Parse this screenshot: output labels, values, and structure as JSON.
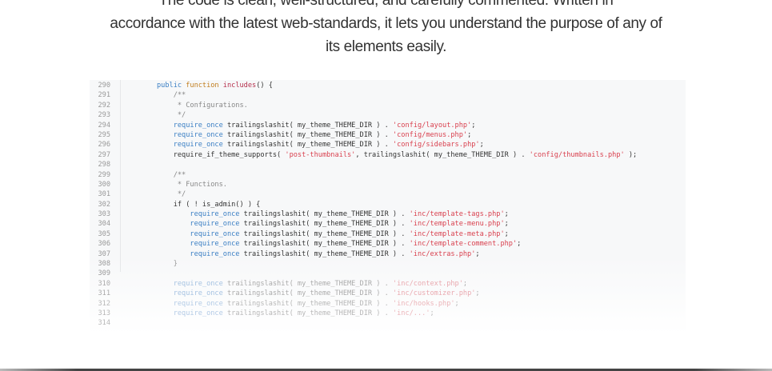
{
  "intro": {
    "line1": "The code is clean, well-structured, and carefully commented. Written in",
    "line2": "accordance with the latest web-standards, it lets you understand the purpose of any of",
    "line3": "its elements easily."
  },
  "code": {
    "line_numbers": [
      "290",
      "291",
      "292",
      "293",
      "294",
      "295",
      "296",
      "297",
      "298",
      "299",
      "300",
      "301",
      "302",
      "303",
      "304",
      "305",
      "306",
      "307",
      "308",
      "309",
      "310",
      "311",
      "312",
      "313",
      "314"
    ],
    "lines": [
      [
        [
          "kw",
          "public "
        ],
        [
          "fn",
          "function "
        ],
        [
          "name",
          "includes"
        ],
        [
          "t",
          "() {"
        ]
      ],
      [
        [
          "cm",
          "    /**"
        ]
      ],
      [
        [
          "cm",
          "     * Configurations."
        ]
      ],
      [
        [
          "cm",
          "     */"
        ]
      ],
      [
        [
          "kw",
          "    require_once "
        ],
        [
          "t",
          "trailingslashit( my_theme_THEME_DIR ) . "
        ],
        [
          "str",
          "'config/layout.php'"
        ],
        [
          "t",
          ";"
        ]
      ],
      [
        [
          "kw",
          "    require_once "
        ],
        [
          "t",
          "trailingslashit( my_theme_THEME_DIR ) . "
        ],
        [
          "str",
          "'config/menus.php'"
        ],
        [
          "t",
          ";"
        ]
      ],
      [
        [
          "kw",
          "    require_once "
        ],
        [
          "t",
          "trailingslashit( my_theme_THEME_DIR ) . "
        ],
        [
          "str",
          "'config/sidebars.php'"
        ],
        [
          "t",
          ";"
        ]
      ],
      [
        [
          "t",
          "    require_if_theme_supports( "
        ],
        [
          "str",
          "'post-thumbnails'"
        ],
        [
          "t",
          ", trailingslashit( my_theme_THEME_DIR ) . "
        ],
        [
          "str",
          "'config/thumbnails.php'"
        ],
        [
          "t",
          " );"
        ]
      ],
      [],
      [
        [
          "cm",
          "    /**"
        ]
      ],
      [
        [
          "cm",
          "     * Functions."
        ]
      ],
      [
        [
          "cm",
          "     */"
        ]
      ],
      [
        [
          "t",
          "    if ( ! is_admin() ) {"
        ]
      ],
      [
        [
          "kw",
          "        require_once "
        ],
        [
          "t",
          "trailingslashit( my_theme_THEME_DIR ) . "
        ],
        [
          "str",
          "'inc/template-tags.php'"
        ],
        [
          "t",
          ";"
        ]
      ],
      [
        [
          "kw",
          "        require_once "
        ],
        [
          "t",
          "trailingslashit( my_theme_THEME_DIR ) . "
        ],
        [
          "str",
          "'inc/template-menu.php'"
        ],
        [
          "t",
          ";"
        ]
      ],
      [
        [
          "kw",
          "        require_once "
        ],
        [
          "t",
          "trailingslashit( my_theme_THEME_DIR ) . "
        ],
        [
          "str",
          "'inc/template-meta.php'"
        ],
        [
          "t",
          ";"
        ]
      ],
      [
        [
          "kw",
          "        require_once "
        ],
        [
          "t",
          "trailingslashit( my_theme_THEME_DIR ) . "
        ],
        [
          "str",
          "'inc/template-comment.php'"
        ],
        [
          "t",
          ";"
        ]
      ],
      [
        [
          "kw",
          "        require_once "
        ],
        [
          "t",
          "trailingslashit( my_theme_THEME_DIR ) . "
        ],
        [
          "str",
          "'inc/extras.php'"
        ],
        [
          "t",
          ";"
        ]
      ],
      [
        [
          "cm",
          "    }"
        ]
      ],
      [],
      [
        [
          "kw",
          "    require_once "
        ],
        [
          "t",
          "trailingslashit( my_theme_THEME_DIR ) . "
        ],
        [
          "str",
          "'inc/context.php'"
        ],
        [
          "t",
          ";"
        ]
      ],
      [
        [
          "kw",
          "    require_once "
        ],
        [
          "t",
          "trailingslashit( my_theme_THEME_DIR ) . "
        ],
        [
          "str",
          "'inc/customizer.php'"
        ],
        [
          "t",
          ";"
        ]
      ],
      [
        [
          "kw",
          "    require_once "
        ],
        [
          "t",
          "trailingslashit( my_theme_THEME_DIR ) . "
        ],
        [
          "str",
          "'inc/hooks.php'"
        ],
        [
          "t",
          ";"
        ]
      ],
      [
        [
          "kw",
          "    require_once "
        ],
        [
          "t",
          "trailingslashit( my_theme_THEME_DIR ) . "
        ],
        [
          "str",
          "'inc/...'"
        ],
        [
          "t",
          ";"
        ]
      ],
      []
    ]
  }
}
